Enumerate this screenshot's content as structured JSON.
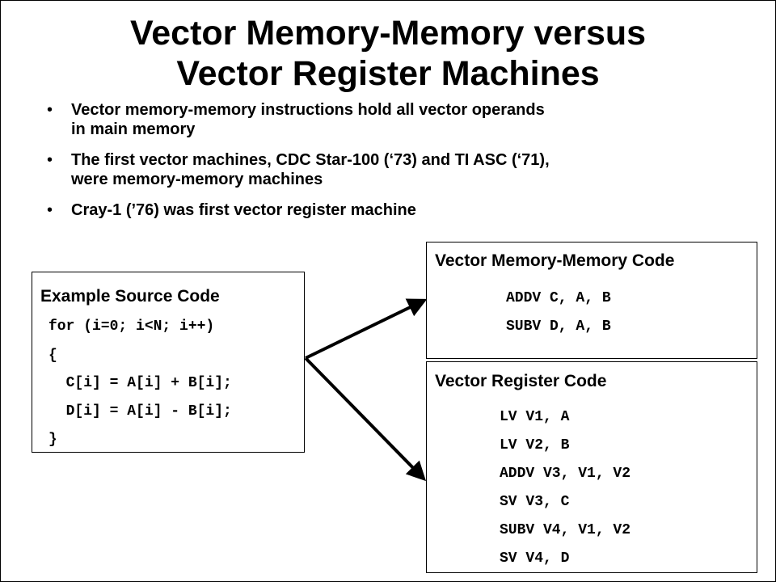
{
  "title": {
    "line1": "Vector Memory-Memory versus",
    "line2": "Vector Register Machines"
  },
  "bullets": [
    {
      "line1": "Vector memory-memory instructions hold all vector operands",
      "line2": "in main memory"
    },
    {
      "line1": "The first vector machines, CDC Star-100 (‘73) and TI ASC (‘71),",
      "line2": "were memory-memory machines"
    },
    {
      "line1": "Cray-1 (’76) was first vector register machine",
      "line2": ""
    }
  ],
  "source_box": {
    "title": "Example Source Code",
    "lines": [
      "for (i=0; i<N; i++)",
      "{",
      "  C[i] = A[i] + B[i];",
      "  D[i] = A[i] - B[i];",
      "}"
    ]
  },
  "memmem_box": {
    "title": "Vector Memory-Memory Code",
    "lines": [
      "ADDV C, A, B",
      "SUBV D, A, B"
    ]
  },
  "register_box": {
    "title": "Vector Register Code",
    "lines": [
      "LV V1, A",
      "LV V2, B",
      "ADDV V3, V1, V2",
      "SV V3, C",
      "SUBV V4, V1, V2",
      "SV V4, D"
    ]
  }
}
